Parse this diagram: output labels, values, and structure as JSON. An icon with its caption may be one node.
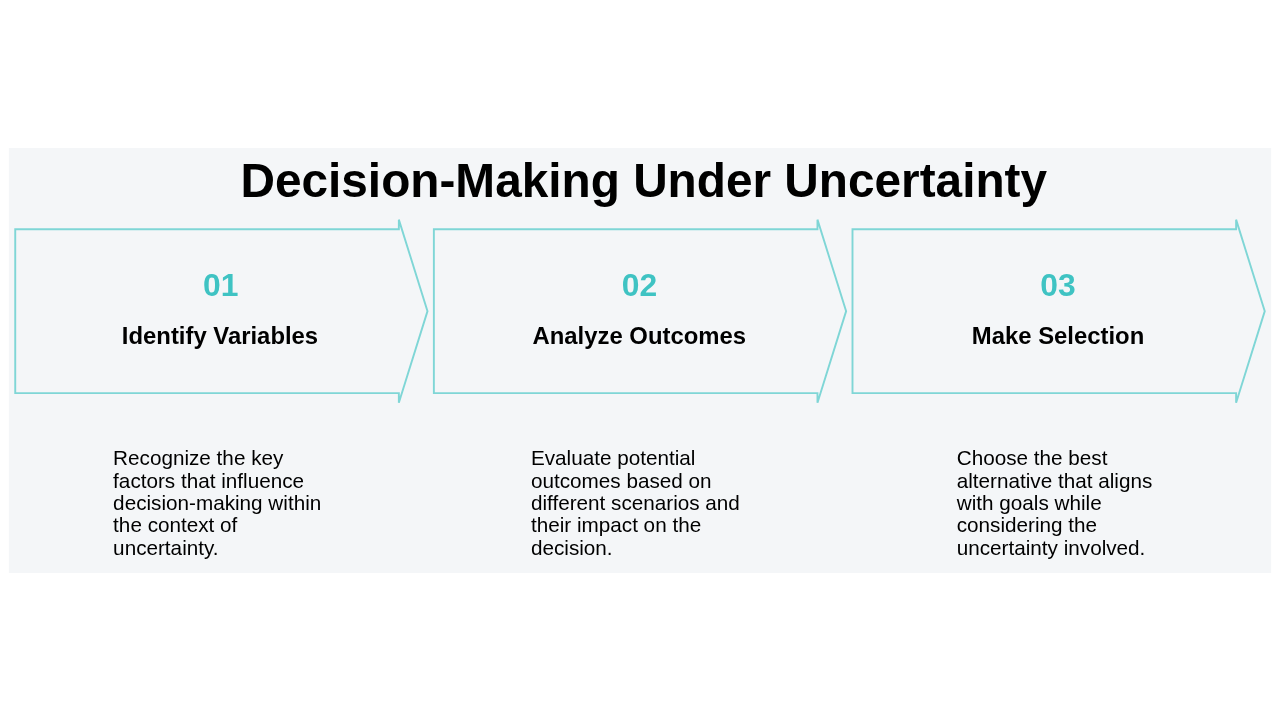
{
  "diagram": {
    "title": "Decision-Making Under Uncertainty",
    "nodes": [
      {
        "text": [
          "01",
          "Identify Variables"
        ],
        "beside": [
          "Recognize the key factors that influence decision-making within the context of uncertainty."
        ]
      },
      {
        "text": [
          "02",
          "Analyze Outcomes"
        ],
        "beside": [
          "Evaluate potential outcomes based on different scenarios and their impact on the decision."
        ]
      },
      {
        "text": [
          "03",
          "Make Selection"
        ],
        "beside": [
          "Choose the best alternative that aligns with goals while considering the uncertainty involved."
        ]
      }
    ]
  }
}
